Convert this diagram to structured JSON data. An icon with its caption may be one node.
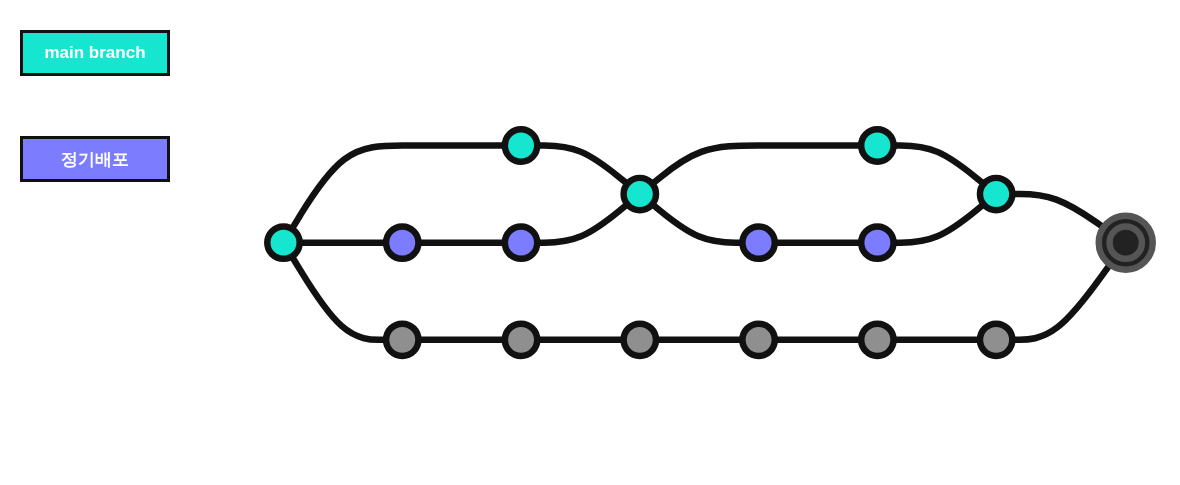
{
  "diagram": {
    "nodes": [
      {
        "text": [],
        "shape": "circle"
      },
      {
        "text": [],
        "shape": "circle"
      },
      {
        "text": [],
        "shape": "circle"
      },
      {
        "text": [],
        "shape": "circle"
      },
      {
        "text": [],
        "shape": "circle"
      },
      {
        "text": [],
        "shape": "picture"
      },
      {
        "text": [],
        "shape": "circle"
      },
      {
        "text": [],
        "shape": "circle"
      },
      {
        "text": [],
        "shape": "circle"
      },
      {
        "text": [],
        "shape": "circle"
      },
      {
        "text": [],
        "shape": "circle"
      },
      {
        "text": [],
        "shape": "circle"
      },
      {
        "text": [],
        "shape": "circle"
      },
      {
        "text": [],
        "shape": "circle"
      },
      {
        "text": [],
        "shape": "circle"
      },
      {
        "text": [],
        "shape": "circle"
      }
    ],
    "edges": [
      {
        "from": 0,
        "to": 1,
        "arrow": "none"
      },
      {
        "from": 1,
        "to": 2,
        "arrow": "none"
      },
      {
        "from": 2,
        "to": 3,
        "arrow": "none"
      },
      {
        "from": 3,
        "to": 4,
        "arrow": "none"
      },
      {
        "from": 4,
        "to": 5,
        "arrow": "none"
      },
      {
        "from": 0,
        "to": 6,
        "arrow": "none"
      },
      {
        "from": 6,
        "to": 7,
        "arrow": "none"
      },
      {
        "from": 7,
        "to": 2,
        "arrow": "none"
      },
      {
        "from": 2,
        "to": 8,
        "arrow": "none"
      },
      {
        "from": 8,
        "to": 9,
        "arrow": "none"
      },
      {
        "from": 9,
        "to": 4,
        "arrow": "none"
      },
      {
        "from": 0,
        "to": 10,
        "arrow": "none"
      },
      {
        "from": 10,
        "to": 11,
        "arrow": "none"
      },
      {
        "from": 11,
        "to": 12,
        "arrow": "none"
      },
      {
        "from": 12,
        "to": 13,
        "arrow": "none"
      },
      {
        "from": 13,
        "to": 14,
        "arrow": "none"
      },
      {
        "from": 14,
        "to": 15,
        "arrow": "none"
      },
      {
        "from": 15,
        "to": 5,
        "arrow": "none"
      }
    ],
    "legend": [
      {
        "text": "main branch",
        "color": "#16e6d0"
      },
      {
        "text": "정기배포",
        "color": "#7b7cff"
      }
    ]
  }
}
